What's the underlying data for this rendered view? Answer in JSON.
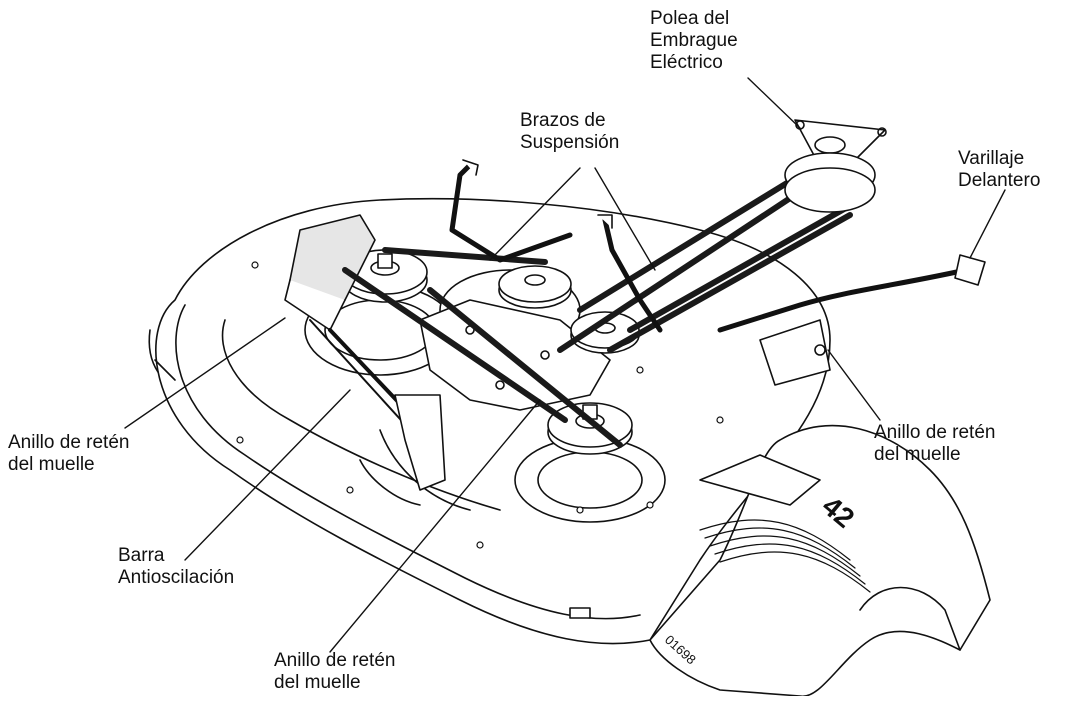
{
  "labels": {
    "polea_embrague": [
      "Polea del",
      "Embrague",
      "Eléctrico"
    ],
    "brazos_suspension": [
      "Brazos de",
      "Suspensión"
    ],
    "varillaje_delantero": [
      "Varillaje",
      "Delantero"
    ],
    "anillo_izq": [
      "Anillo de retén",
      "del muelle"
    ],
    "anillo_der": [
      "Anillo de retén",
      "del muelle"
    ],
    "barra_antioscilacion": [
      "Barra",
      "Antioscilación"
    ],
    "anillo_inf": [
      "Anillo de retén",
      "del muelle"
    ]
  },
  "deck_size": "42",
  "figure_ref": "01698",
  "colors": {
    "line": "#111111",
    "belt": "#1a1a1a",
    "fill": "#ffffff",
    "shade": "#e6e6e6"
  }
}
